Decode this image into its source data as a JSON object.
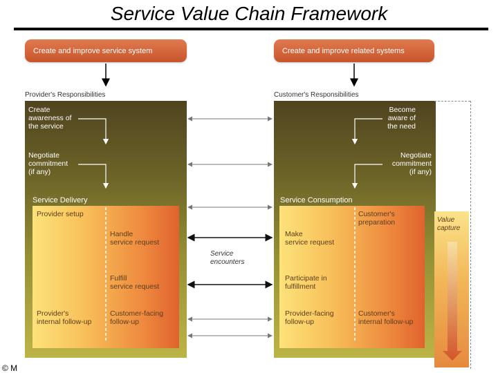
{
  "title": "Service Value Chain Framework",
  "pills": {
    "provider": "Create and improve service system",
    "customer": "Create and improve related systems"
  },
  "labels": {
    "provider_responsibilities": "Provider's Responsibilities",
    "customer_responsibilities": "Customer's Responsibilities",
    "service_delivery": "Service Delivery",
    "service_consumption": "Service Consumption",
    "service_encounters": "Service\nencounters",
    "value_capture": "Value\ncapture"
  },
  "provider": {
    "create_awareness": "Create\nawareness of\nthe service",
    "negotiate": "Negotiate\ncommitment\n(if any)",
    "provider_setup": "Provider setup",
    "handle_request": "Handle\nservice request",
    "fulfill_request": "Fulfill\nservice request",
    "internal_followup": "Provider's\ninternal follow-up",
    "customer_facing_followup": "Customer-facing\nfollow-up"
  },
  "customer": {
    "become_aware": "Become\naware of\nthe need",
    "negotiate": "Negotiate\ncommitment\n(if any)",
    "preparation": "Customer's\npreparation",
    "make_request": "Make\nservice request",
    "participate": "Participate in\nfulfillment",
    "provider_facing_followup": "Provider-facing\nfollow-up",
    "internal_followup": "Customer's\ninternal follow-up"
  },
  "footer": {
    "copyright": "© M"
  },
  "colors": {
    "pill": "#c9542a",
    "panel_dark": "#4f4420",
    "panel_light": "#bdb447",
    "inner_light": "#fde27a",
    "inner_dark": "#e0622e",
    "value_arrow": "#d2562b"
  }
}
